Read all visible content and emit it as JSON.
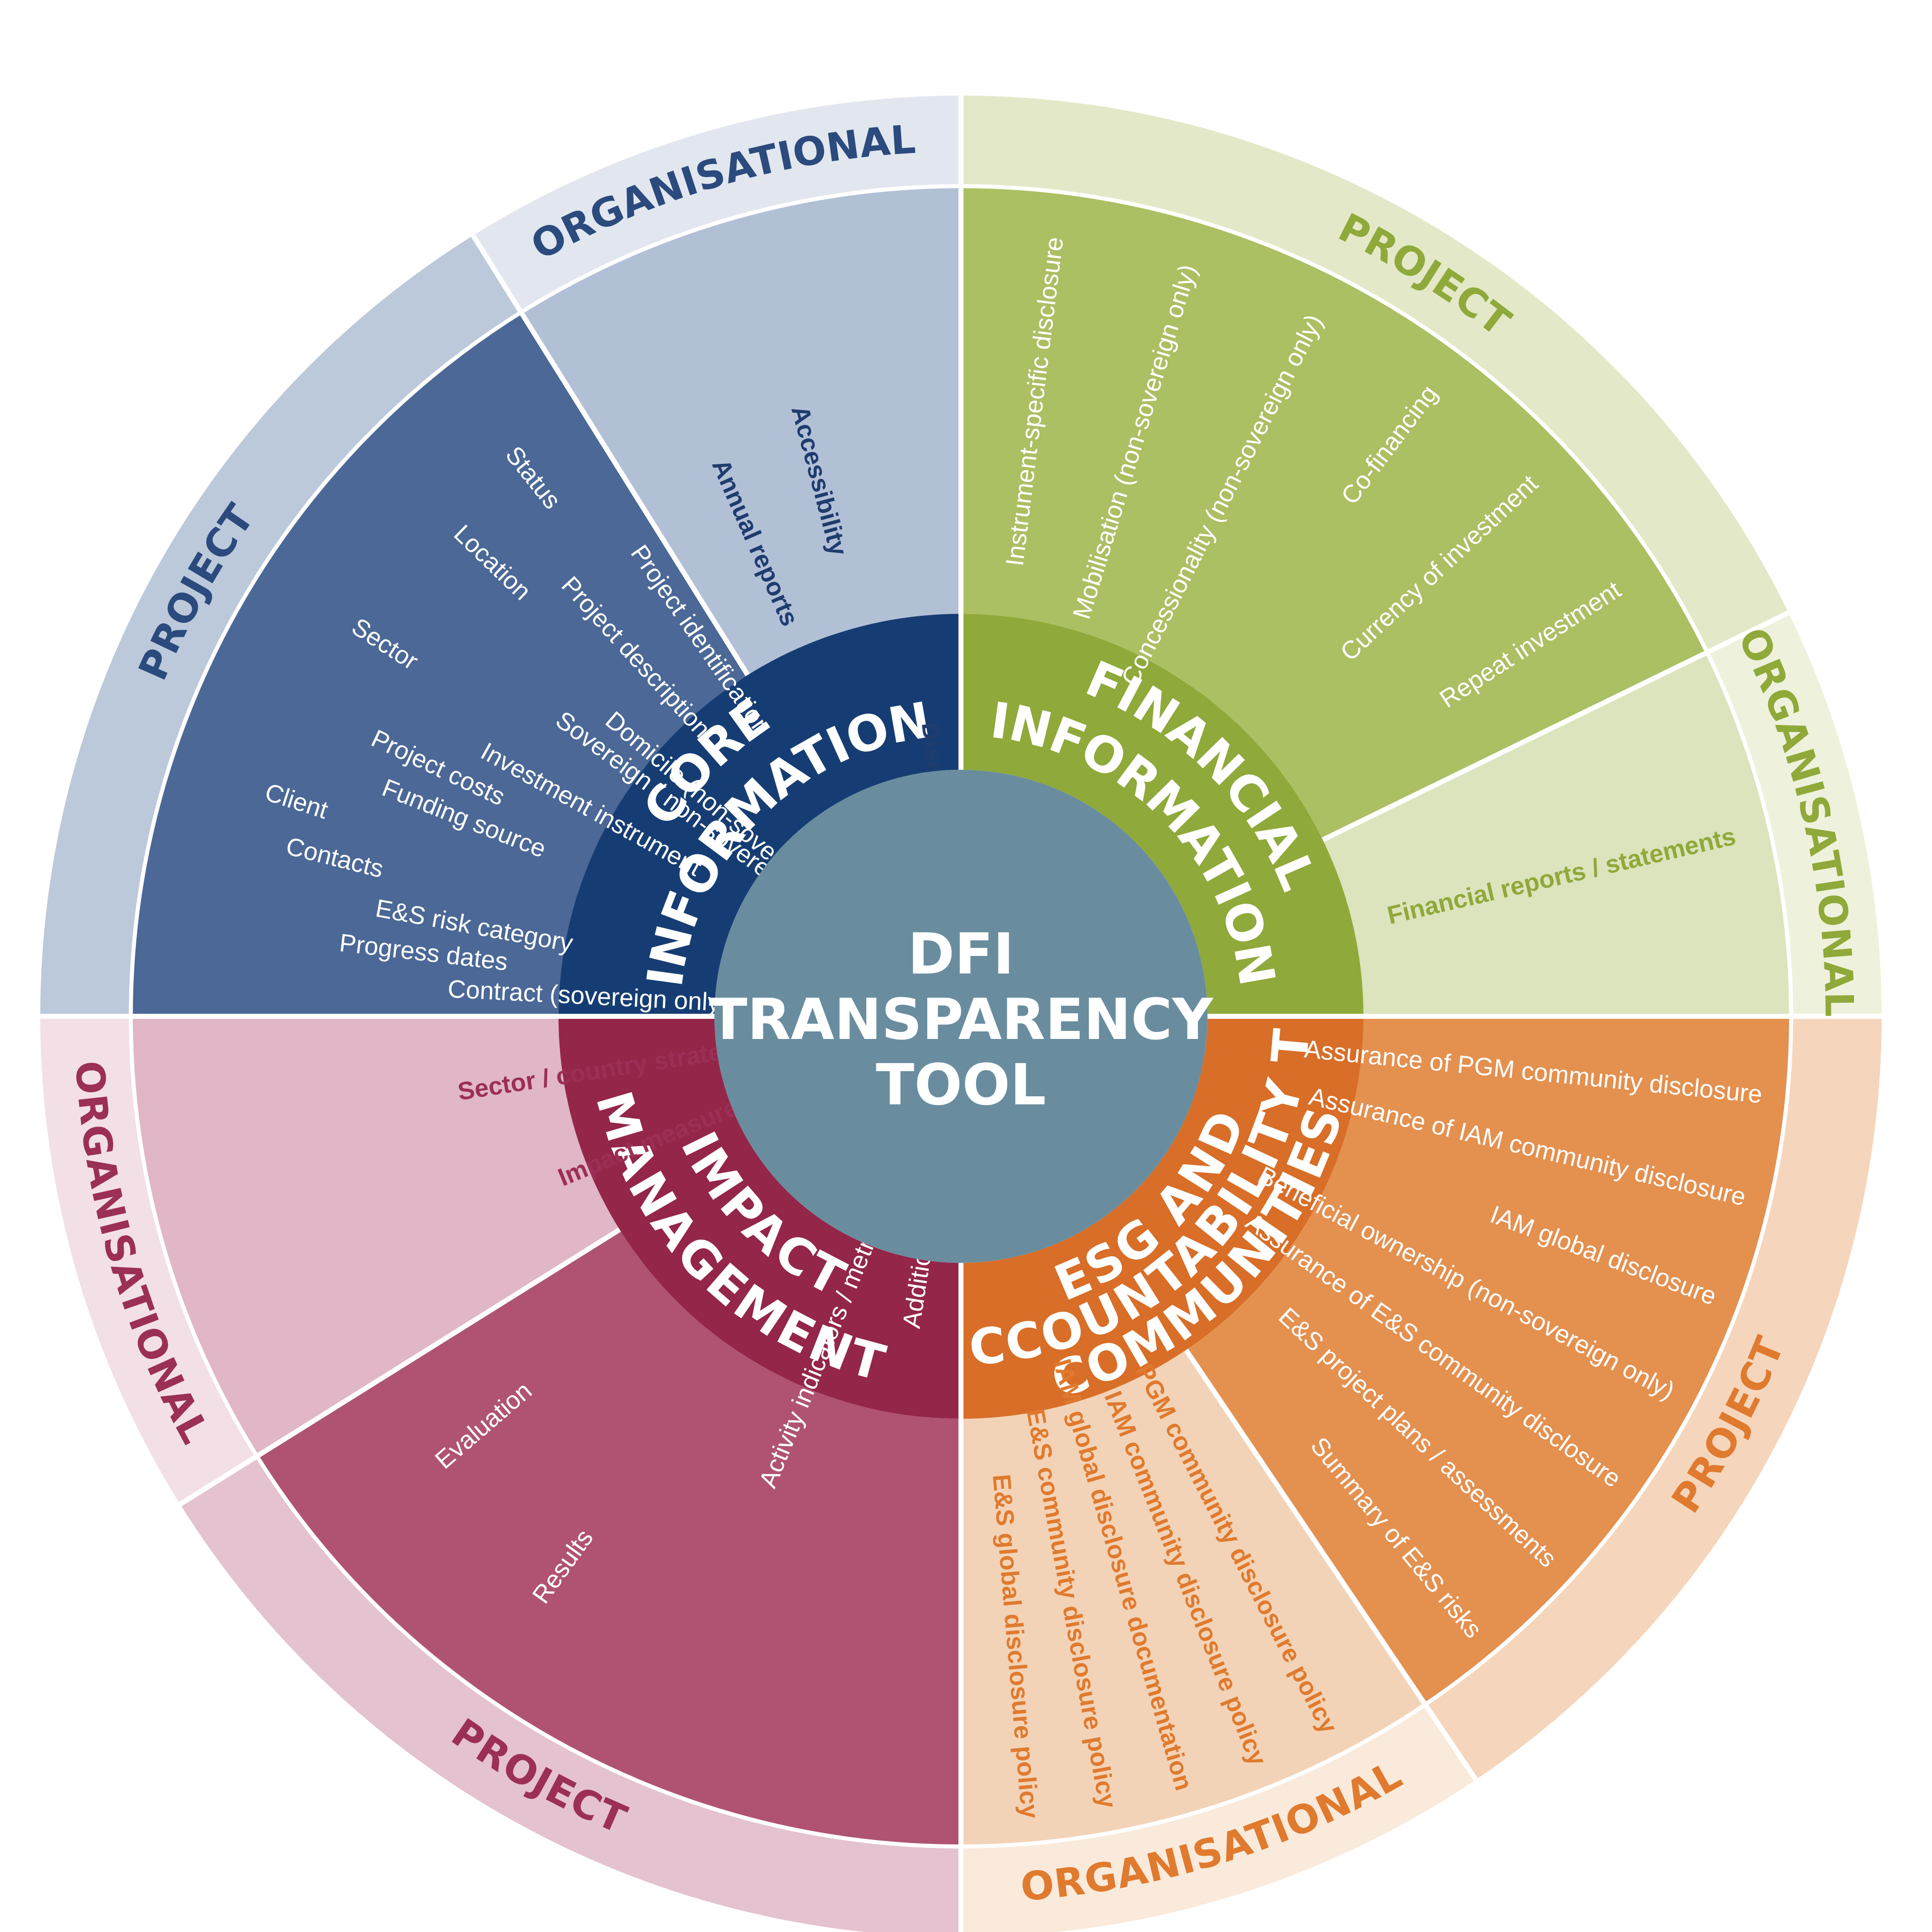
{
  "center": {
    "lines": [
      "DFI",
      "TRANSPARENCY",
      "TOOL"
    ]
  },
  "quadrants": {
    "core": {
      "title_lines": [
        "CORE",
        "INFORMATION"
      ],
      "colors": {
        "ring": "#163d73",
        "project": "#4b6896",
        "org": "#b2c0d6",
        "outer_project": "#bcc9da",
        "outer_org": "#e2e7ef",
        "label": "#2b4a7e"
      },
      "project_label": "PROJECT",
      "organisational_label": "ORGANISATIONAL",
      "project_items": [
        "Contract (sovereign only)",
        "Progress dates",
        "E&S risk category",
        "Contacts",
        "Client",
        "Funding source",
        "Project costs",
        "Investment instrument",
        "Sector",
        "Sovereign / non-sovereign",
        "Domicile (non-sovereign only)",
        "Location",
        "Project description",
        "Status",
        "Project identification"
      ],
      "organisational_items": [
        "Annual reports",
        "Accessibility",
        "Disclosure / access to information policy"
      ]
    },
    "financial": {
      "title_lines": [
        "FINANCIAL",
        "INFORMATION"
      ],
      "colors": {
        "ring": "#8fa93a",
        "project": "#abbf63",
        "org": "#dbe4bd",
        "outer_project": "#e3e9c8",
        "outer_org": "#eef2dc",
        "label": "#8fa93a"
      },
      "project_label": "PROJECT",
      "organisational_label": "ORGANISATIONAL",
      "project_items": [
        "Instrument-specific disclosure",
        "Mobilisation (non-sovereign only)",
        "Concessionality (non-sovereign only)",
        "Co-financing",
        "Currency of investment",
        "Repeat investment"
      ],
      "organisational_items": [
        "Financial reports / statements"
      ]
    },
    "esg": {
      "title_lines": [
        "ESG AND",
        "ACCOUNTABILITY TO",
        "COMMUNITIES"
      ],
      "colors": {
        "ring": "#d86e27",
        "project": "#e4904f",
        "org": "#f3d3b7",
        "outer_project": "#f5d6bc",
        "outer_org": "#faeadb",
        "label": "#e07a2e"
      },
      "project_label": "PROJECT",
      "organisational_label": "ORGANISATIONAL",
      "project_items": [
        "Assurance of PGM community disclosure",
        "Assurance of IAM community disclosure",
        "IAM global disclosure",
        "Beneficial ownership (non-sovereign only)",
        "Assurance of E&S community disclosure",
        "E&S project plans / assessments",
        "Summary of E&S risks"
      ],
      "organisational_items": [
        "PGM community disclosure policy",
        "IAM community disclosure policy",
        "IAM global disclosure documentation",
        "E&S community disclosure policy",
        "E&S global disclosure policy"
      ]
    },
    "impact": {
      "title_lines": [
        "IMPACT",
        "MANAGEMENT"
      ],
      "colors": {
        "ring": "#932649",
        "project": "#b05373",
        "org": "#e1b6c6",
        "outer_project": "#e4c2cf",
        "outer_org": "#f2e0e6",
        "label": "#9b2f55"
      },
      "project_label": "PROJECT",
      "organisational_label": "ORGANISATIONAL",
      "project_items": [
        "Additionality statement (non-sovereign only)",
        "Activity indicators / metrics",
        "Results",
        "Evaluation"
      ],
      "organisational_items": [
        "Impact measurement approach",
        "Sector / country strategy"
      ]
    }
  }
}
